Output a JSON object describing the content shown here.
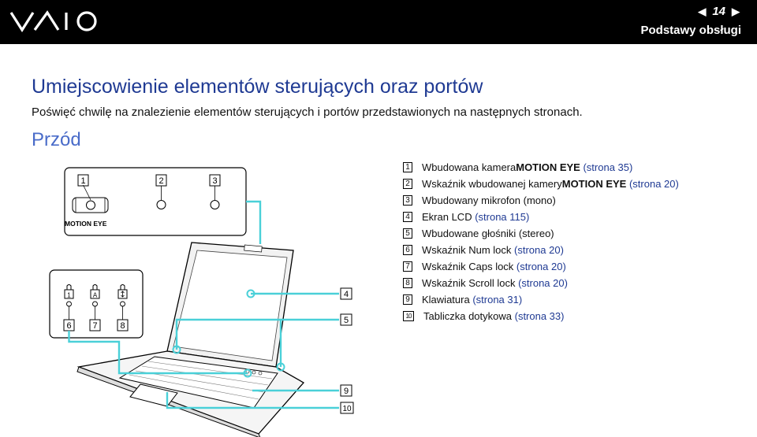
{
  "header": {
    "logo_alt": "VAIO",
    "page_number": "14",
    "section_title": "Podstawy obsługi",
    "prev_icon": "triangle-left-icon",
    "next_icon": "triangle-right-icon"
  },
  "title": "Umiejscowienie elementów sterujących oraz portów",
  "intro": "Poświęć chwilę na znalezienie elementów sterujących i portów przedstawionych na następnych stronach.",
  "subtitle": "Przód",
  "colors": {
    "title": "#1f3a93",
    "subtitle": "#4a6cc9",
    "header_bg": "#000000"
  },
  "legend": [
    {
      "num": "1",
      "text": "Wbudowana kamera ",
      "bold": "MOTION EYE",
      "ref": " (strona 35)"
    },
    {
      "num": "2",
      "text": "Wskaźnik wbudowanej kamery ",
      "bold": "MOTION EYE",
      "ref": " (strona 20)"
    },
    {
      "num": "3",
      "text": "Wbudowany mikrofon (mono)",
      "bold": "",
      "ref": ""
    },
    {
      "num": "4",
      "text": "Ekran LCD",
      "bold": "",
      "ref": " (strona 115)"
    },
    {
      "num": "5",
      "text": "Wbudowane głośniki (stereo)",
      "bold": "",
      "ref": ""
    },
    {
      "num": "6",
      "text": "Wskaźnik Num lock",
      "bold": "",
      "ref": " (strona 20)"
    },
    {
      "num": "7",
      "text": "Wskaźnik Caps lock",
      "bold": "",
      "ref": " (strona 20)"
    },
    {
      "num": "8",
      "text": "Wskaźnik Scroll lock",
      "bold": "",
      "ref": " (strona 20)"
    },
    {
      "num": "9",
      "text": "Klawiatura",
      "bold": "",
      "ref": " (strona 31)"
    },
    {
      "num": "10",
      "text": "Tabliczka dotykowa",
      "bold": "",
      "ref": " (strona 33)"
    }
  ],
  "diagram": {
    "motion_eye_label": "MOTION EYE",
    "callouts": {
      "c1": "1",
      "c2": "2",
      "c3": "3",
      "c4": "4",
      "c5": "5",
      "c6": "6",
      "c7": "7",
      "c8": "8",
      "c9": "9",
      "c10": "10"
    },
    "indicator_a": "A"
  }
}
